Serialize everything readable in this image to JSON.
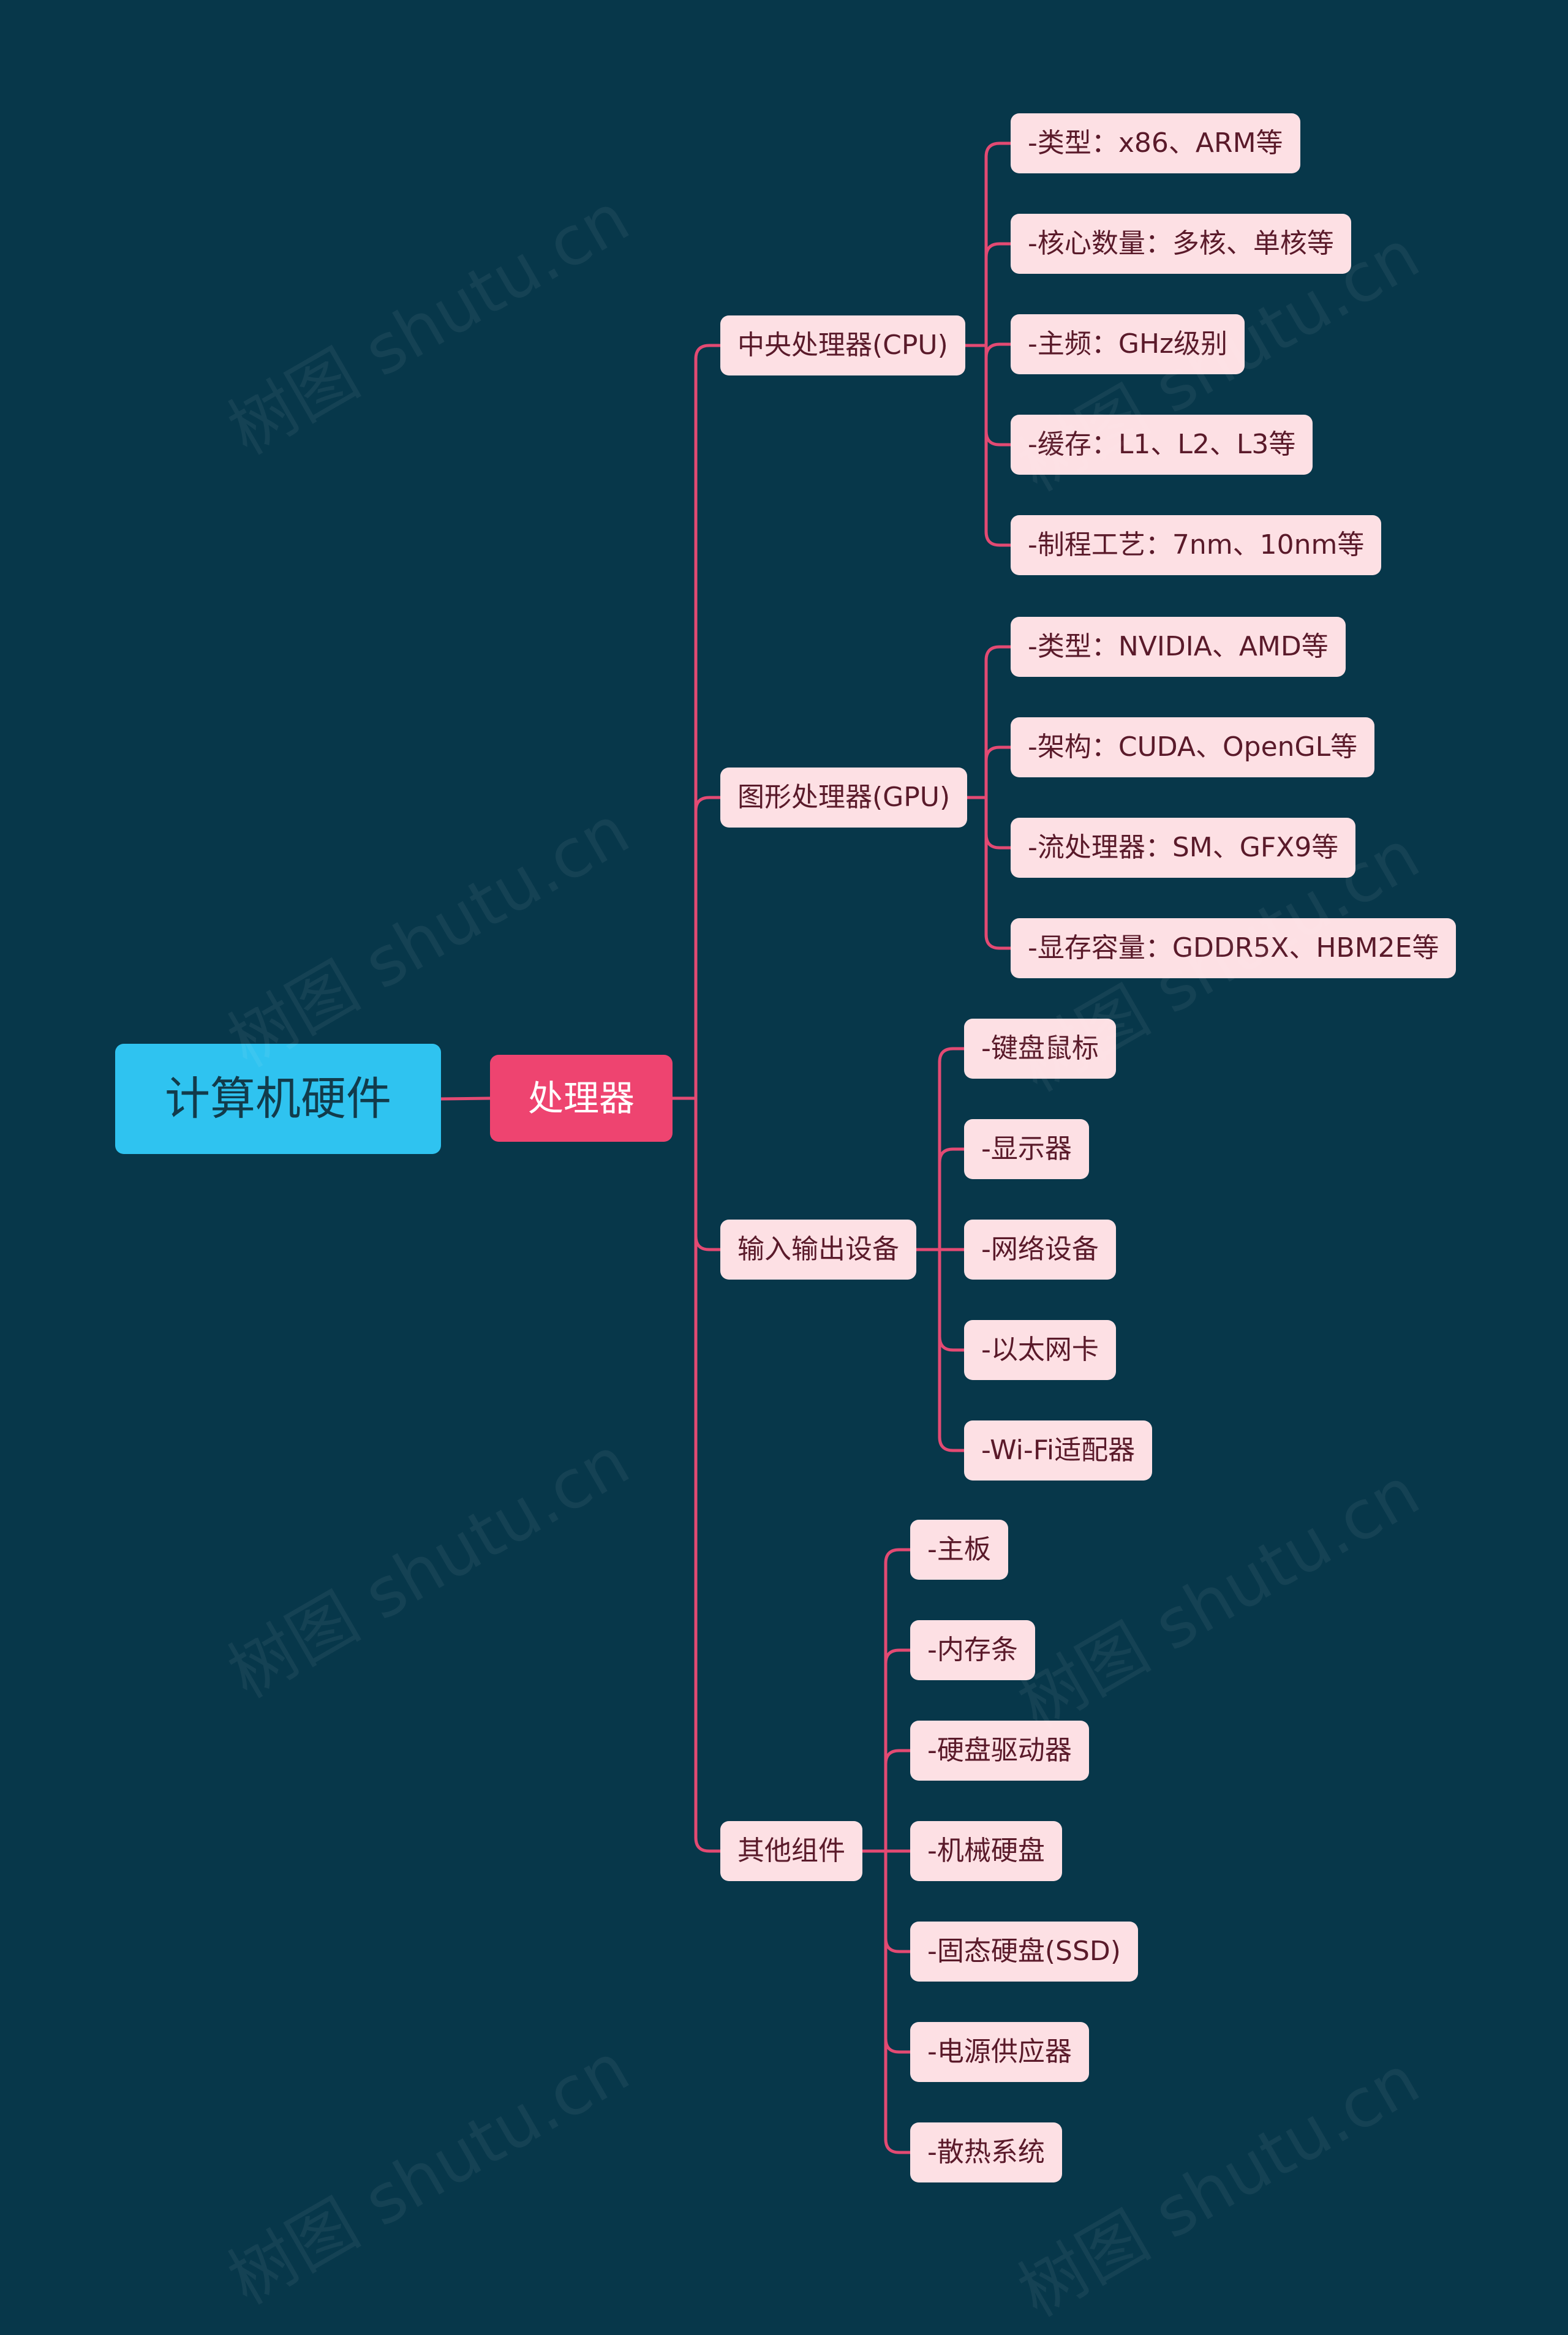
{
  "diagram": {
    "root": {
      "label": "计算机硬件"
    },
    "main": {
      "label": "处理器"
    },
    "branches": [
      {
        "label": "中央处理器(CPU)",
        "items": [
          "-类型：x86、ARM等",
          "-核心数量：多核、单核等",
          "-主频：GHz级别",
          "-缓存：L1、L2、L3等",
          "-制程工艺：7nm、10nm等"
        ]
      },
      {
        "label": "图形处理器(GPU)",
        "items": [
          "-类型：NVIDIA、AMD等",
          "-架构：CUDA、OpenGL等",
          "-流处理器：SM、GFX9等",
          "-显存容量：GDDR5X、HBM2E等"
        ]
      },
      {
        "label": "输入输出设备",
        "items": [
          "-键盘鼠标",
          "-显示器",
          "-网络设备",
          "-以太网卡",
          "-Wi-Fi适配器"
        ]
      },
      {
        "label": "其他组件",
        "items": [
          "-主板",
          "-内存条",
          "-硬盘驱动器",
          "-机械硬盘",
          "-固态硬盘(SSD)",
          "-电源供应器",
          "-散热系统"
        ]
      }
    ]
  },
  "watermark": "树图 shutu.cn",
  "colors": {
    "background": "#07374a",
    "root": "#2fc3f0",
    "main": "#ee4470",
    "pill": "#fde0e4",
    "line": "#e34a73"
  }
}
